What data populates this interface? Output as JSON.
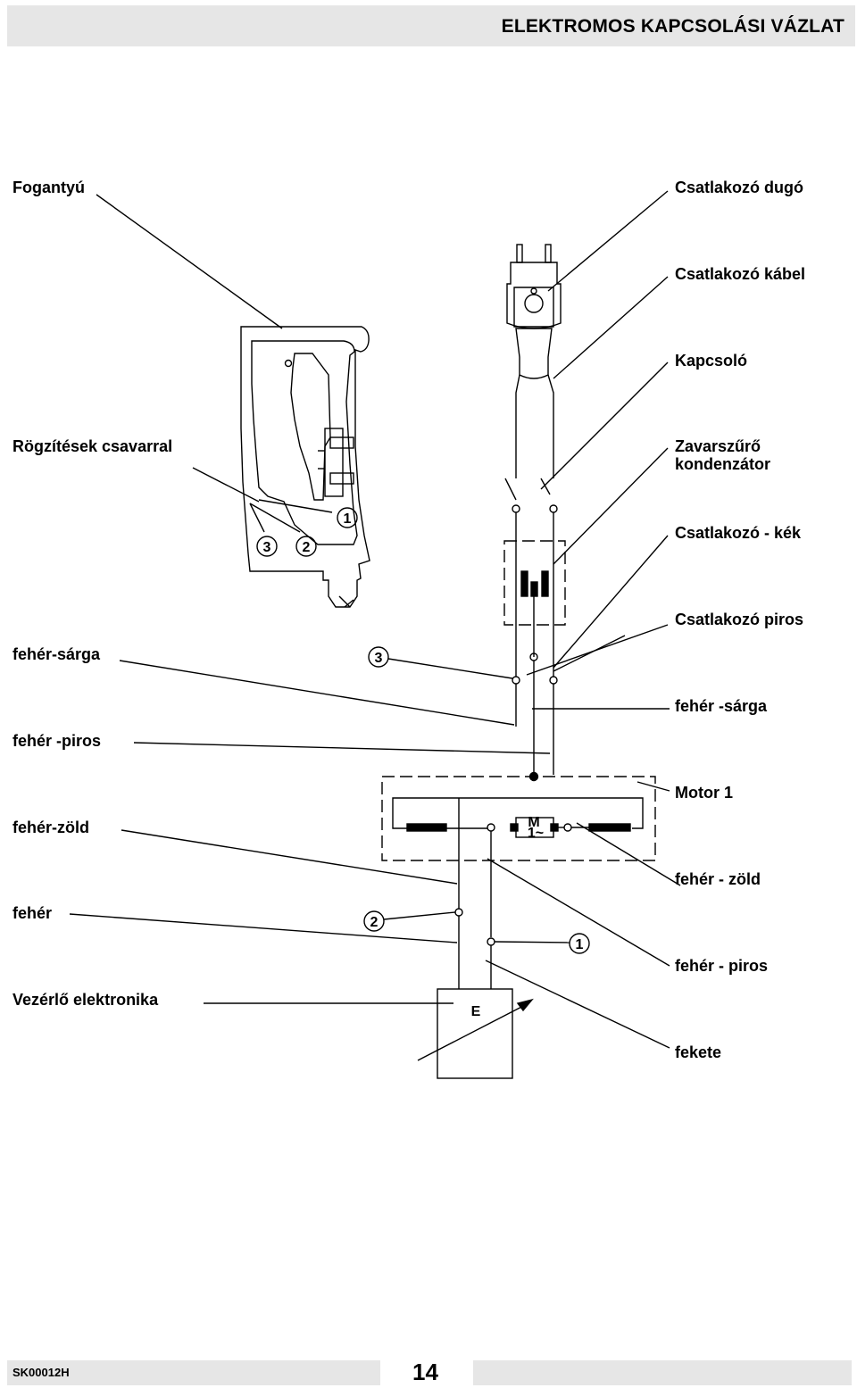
{
  "header": {
    "title": "ELEKTROMOS KAPCSOLÁSI VÁZLAT"
  },
  "labels": {
    "left": {
      "handle": "Fogantyú",
      "screw_mounts": "Rögzítések csavarral",
      "white_yellow": "fehér-sárga",
      "white_red": "fehér -piros",
      "white_green": "fehér-zöld",
      "white": "fehér",
      "control_electronics": "Vezérlő elektronika"
    },
    "right": {
      "plug": "Csatlakozó dugó",
      "cable": "Csatlakozó kábel",
      "switch": "Kapcsoló",
      "suppressor_line1": "Zavarszűrő",
      "suppressor_line2": "kondenzátor",
      "connector_blue": "Csatlakozó - kék",
      "connector_red": "Csatlakozó piros",
      "white_yellow": "fehér -sárga",
      "motor": "Motor 1",
      "white_green": "fehér - zöld",
      "white_red": "fehér - piros",
      "black": "fekete"
    }
  },
  "markers": {
    "handle_1": "1",
    "handle_2": "2",
    "handle_3": "3",
    "wire_3": "3",
    "wire_2": "2",
    "wire_1": "1",
    "motor_symbol_top": "M",
    "motor_symbol_bottom": "1~",
    "electronics_symbol": "E"
  },
  "footer": {
    "doc_code": "SK00012H",
    "page_number": "14"
  }
}
